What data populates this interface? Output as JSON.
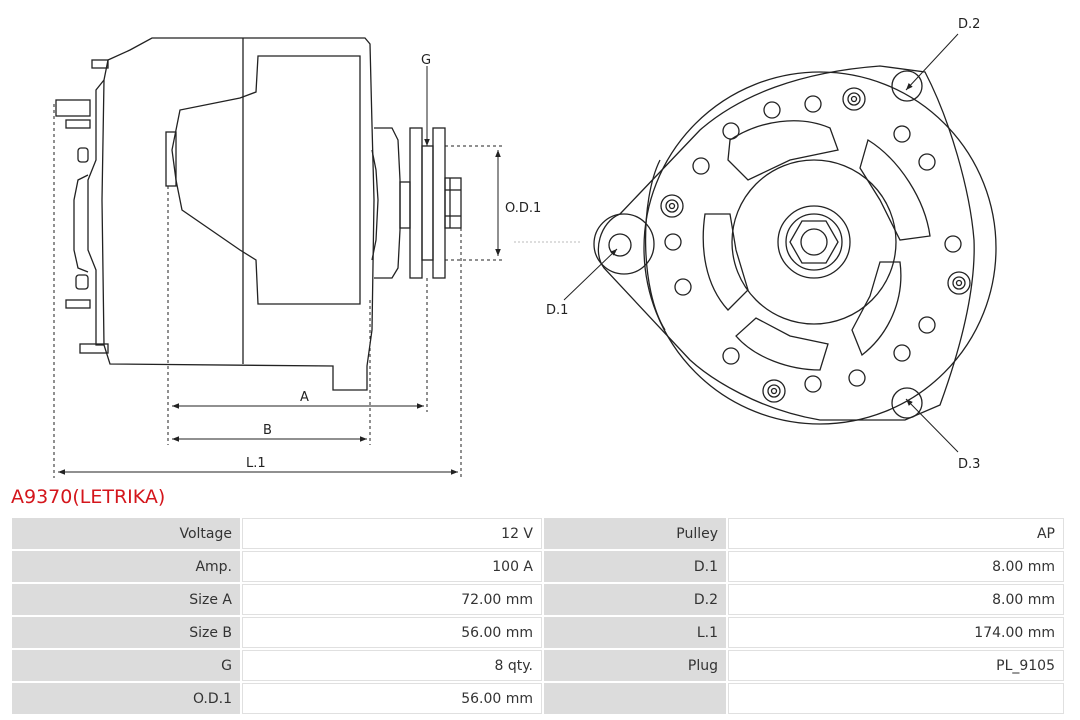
{
  "drawing": {
    "labels": {
      "g": "G",
      "od1": "O.D.1",
      "a": "A",
      "b": "B",
      "l1": "L.1",
      "d1": "D.1",
      "d2": "D.2",
      "d3": "D.3"
    }
  },
  "product": {
    "title": "A9370(LETRIKA)"
  },
  "specs": {
    "rows": [
      {
        "k1": "Voltage",
        "v1": "12 V",
        "k2": "Pulley",
        "v2": "AP"
      },
      {
        "k1": "Amp.",
        "v1": "100 A",
        "k2": "D.1",
        "v2": "8.00 mm"
      },
      {
        "k1": "Size A",
        "v1": "72.00 mm",
        "k2": "D.2",
        "v2": "8.00 mm"
      },
      {
        "k1": "Size B",
        "v1": "56.00 mm",
        "k2": "L.1",
        "v2": "174.00 mm"
      },
      {
        "k1": "G",
        "v1": "8 qty.",
        "k2": "Plug",
        "v2": "PL_9105"
      },
      {
        "k1": "O.D.1",
        "v1": "56.00 mm",
        "k2": "",
        "v2": ""
      }
    ]
  }
}
